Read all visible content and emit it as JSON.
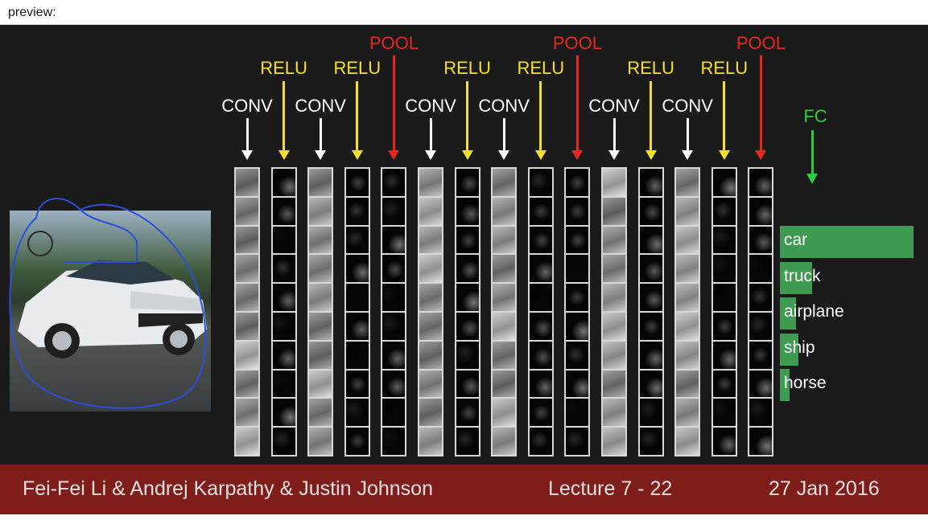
{
  "header": {
    "preview_label": "preview:"
  },
  "diagram": {
    "layers": [
      {
        "label": "CONV",
        "type": "conv"
      },
      {
        "label": "RELU",
        "type": "relu"
      },
      {
        "label": "CONV",
        "type": "conv"
      },
      {
        "label": "RELU",
        "type": "relu"
      },
      {
        "label": "POOL",
        "type": "pool"
      },
      {
        "label": "CONV",
        "type": "conv"
      },
      {
        "label": "RELU",
        "type": "relu"
      },
      {
        "label": "CONV",
        "type": "conv"
      },
      {
        "label": "RELU",
        "type": "relu"
      },
      {
        "label": "POOL",
        "type": "pool"
      },
      {
        "label": "CONV",
        "type": "conv"
      },
      {
        "label": "RELU",
        "type": "relu"
      },
      {
        "label": "CONV",
        "type": "conv"
      },
      {
        "label": "RELU",
        "type": "relu"
      },
      {
        "label": "POOL",
        "type": "pool"
      }
    ],
    "fc_label": "FC",
    "colors": {
      "conv": "#ffffff",
      "relu": "#f5e02b",
      "pool": "#e8261f",
      "fc": "#2ecc40",
      "bar": "#3f9a52",
      "footer": "#7f1d1a"
    },
    "scores": [
      {
        "label": "car",
        "value": 1.0
      },
      {
        "label": "truck",
        "value": 0.24
      },
      {
        "label": "airplane",
        "value": 0.12
      },
      {
        "label": "ship",
        "value": 0.14
      },
      {
        "label": "horse",
        "value": 0.07
      }
    ]
  },
  "footer": {
    "authors": "Fei-Fei Li & Andrej Karpathy & Justin Johnson",
    "lecture": "Lecture 7 - 22",
    "date": "27 Jan 2016"
  }
}
